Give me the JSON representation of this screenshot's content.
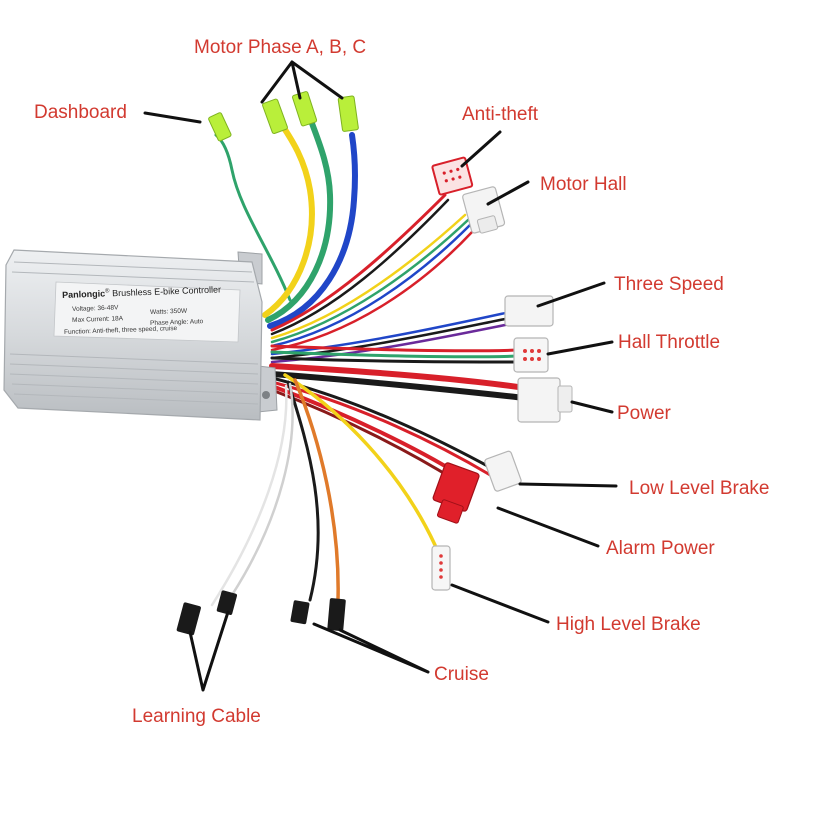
{
  "colors": {
    "label_text": "#d23a30",
    "leader_line": "#111111",
    "housing": "#d9dcdf",
    "wire_yellow": "#f2d21a",
    "wire_green": "#2fa36b",
    "wire_blue": "#2046c8",
    "wire_red": "#d8202a",
    "wire_black": "#1a1a1a",
    "wire_orange": "#e07a2a",
    "wire_white": "#cfcfcf",
    "connector_green": "#b9ef3a",
    "connector_red": "#e0202a"
  },
  "controller": {
    "brand": "Panlongic",
    "registered": "®",
    "model": "Brushless E-bike Controller",
    "voltage": "Voltage: 36-48V",
    "watts": "Watts: 350W",
    "max_current": "Max Current: 18A",
    "phase_angle": "Phase Angle: Auto",
    "function": "Function: Anti-theft, three speed, cruise"
  },
  "labels": {
    "motor_phase": "Motor Phase A, B, C",
    "dashboard": "Dashboard",
    "anti_theft": "Anti-theft",
    "motor_hall": "Motor Hall",
    "three_speed": "Three Speed",
    "hall_throttle": "Hall Throttle",
    "power": "Power",
    "low_level_brake": "Low Level Brake",
    "alarm_power": "Alarm Power",
    "high_level_brake": "High Level Brake",
    "cruise": "Cruise",
    "learning_cable": "Learning Cable"
  }
}
